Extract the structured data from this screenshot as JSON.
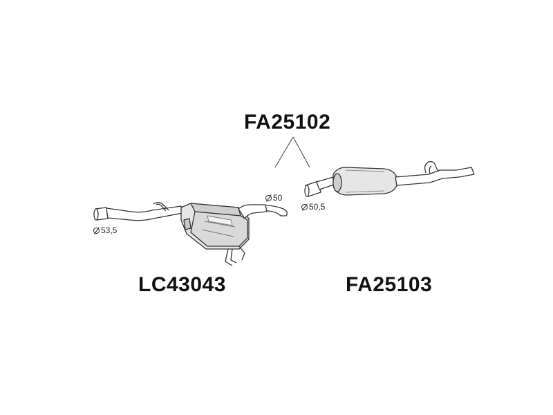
{
  "parts": {
    "center_pipe": "FA25102",
    "rear_silencer": "LC43043",
    "front_section": "FA25103"
  },
  "dimensions": {
    "rear_outlet": "53,5",
    "center_pipe_end": "50",
    "front_inlet": "50,5"
  },
  "colors": {
    "line": "#333333",
    "fill_light": "#e6e6e6",
    "fill_mid": "#c8c8c8",
    "text": "#111111"
  }
}
